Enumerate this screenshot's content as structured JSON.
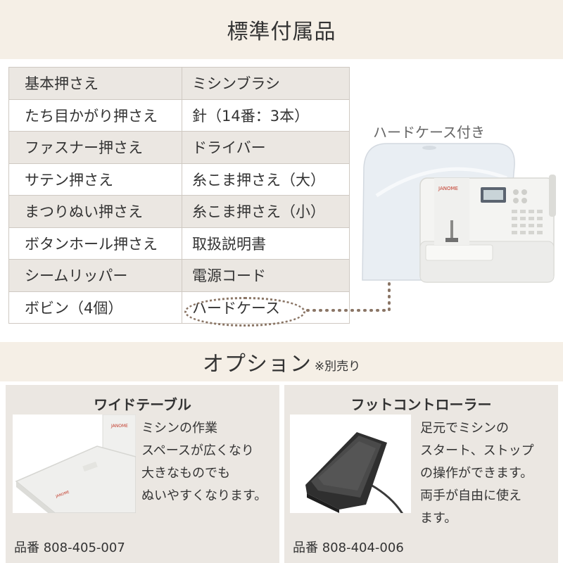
{
  "header": {
    "title": "標準付属品"
  },
  "accessories": {
    "rows": [
      [
        "基本押さえ",
        "ミシンブラシ"
      ],
      [
        "たち目かがり押さえ",
        "針（14番：3本）"
      ],
      [
        "ファスナー押さえ",
        "ドライバー"
      ],
      [
        "サテン押さえ",
        "糸こま押さえ（大）"
      ],
      [
        "まつりぬい押さえ",
        "糸こま押さえ（小）"
      ],
      [
        "ボタンホール押さえ",
        "取扱説明書"
      ],
      [
        "シームリッパー",
        "電源コード"
      ],
      [
        "ボビン（4個）",
        "ハードケース"
      ]
    ]
  },
  "case": {
    "caption": "ハードケース付き"
  },
  "options": {
    "title": "オプション",
    "note": "※別売り",
    "items": [
      {
        "name": "ワイドテーブル",
        "lines": [
          "ミシンの作業",
          "スペースが広くなり",
          "大きなものでも",
          "ぬいやすくなります。"
        ],
        "code": "品番  808-405-007"
      },
      {
        "name": "フットコントローラー",
        "lines": [
          "足元でミシンの",
          "スタート、ストップ",
          "の操作ができます。",
          "両手が自由に使え",
          "ます。"
        ],
        "code": "品番  808-404-006"
      }
    ]
  },
  "colors": {
    "band": "#f5efe6",
    "table_odd": "#ebe7e2",
    "border": "#cfc9c2",
    "accent_dots": "#8a7565"
  }
}
